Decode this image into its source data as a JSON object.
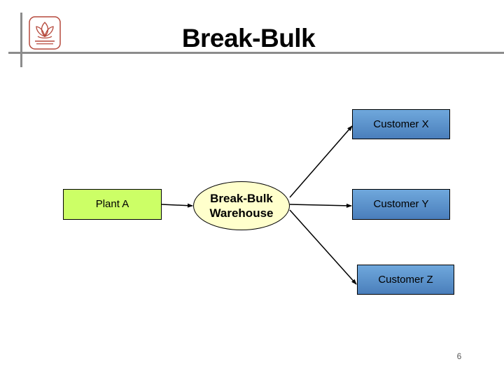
{
  "slide": {
    "title": "Break-Bulk",
    "page_number": "6"
  },
  "diagram": {
    "nodes": {
      "plant": "Plant A",
      "warehouse_line1": "Break-Bulk",
      "warehouse_line2": "Warehouse",
      "customer_x": "Customer X",
      "customer_y": "Customer Y",
      "customer_z": "Customer Z"
    },
    "colors": {
      "plant_fill": "#ccff66",
      "warehouse_fill": "#ffffcc",
      "customer_fill": "#5b9bd5",
      "logo_color": "#b5483b",
      "rule_color": "#8c8c8c"
    },
    "edges": [
      {
        "from": "Plant A",
        "to": "Break-Bulk Warehouse"
      },
      {
        "from": "Break-Bulk Warehouse",
        "to": "Customer X"
      },
      {
        "from": "Break-Bulk Warehouse",
        "to": "Customer Y"
      },
      {
        "from": "Break-Bulk Warehouse",
        "to": "Customer Z"
      }
    ]
  }
}
